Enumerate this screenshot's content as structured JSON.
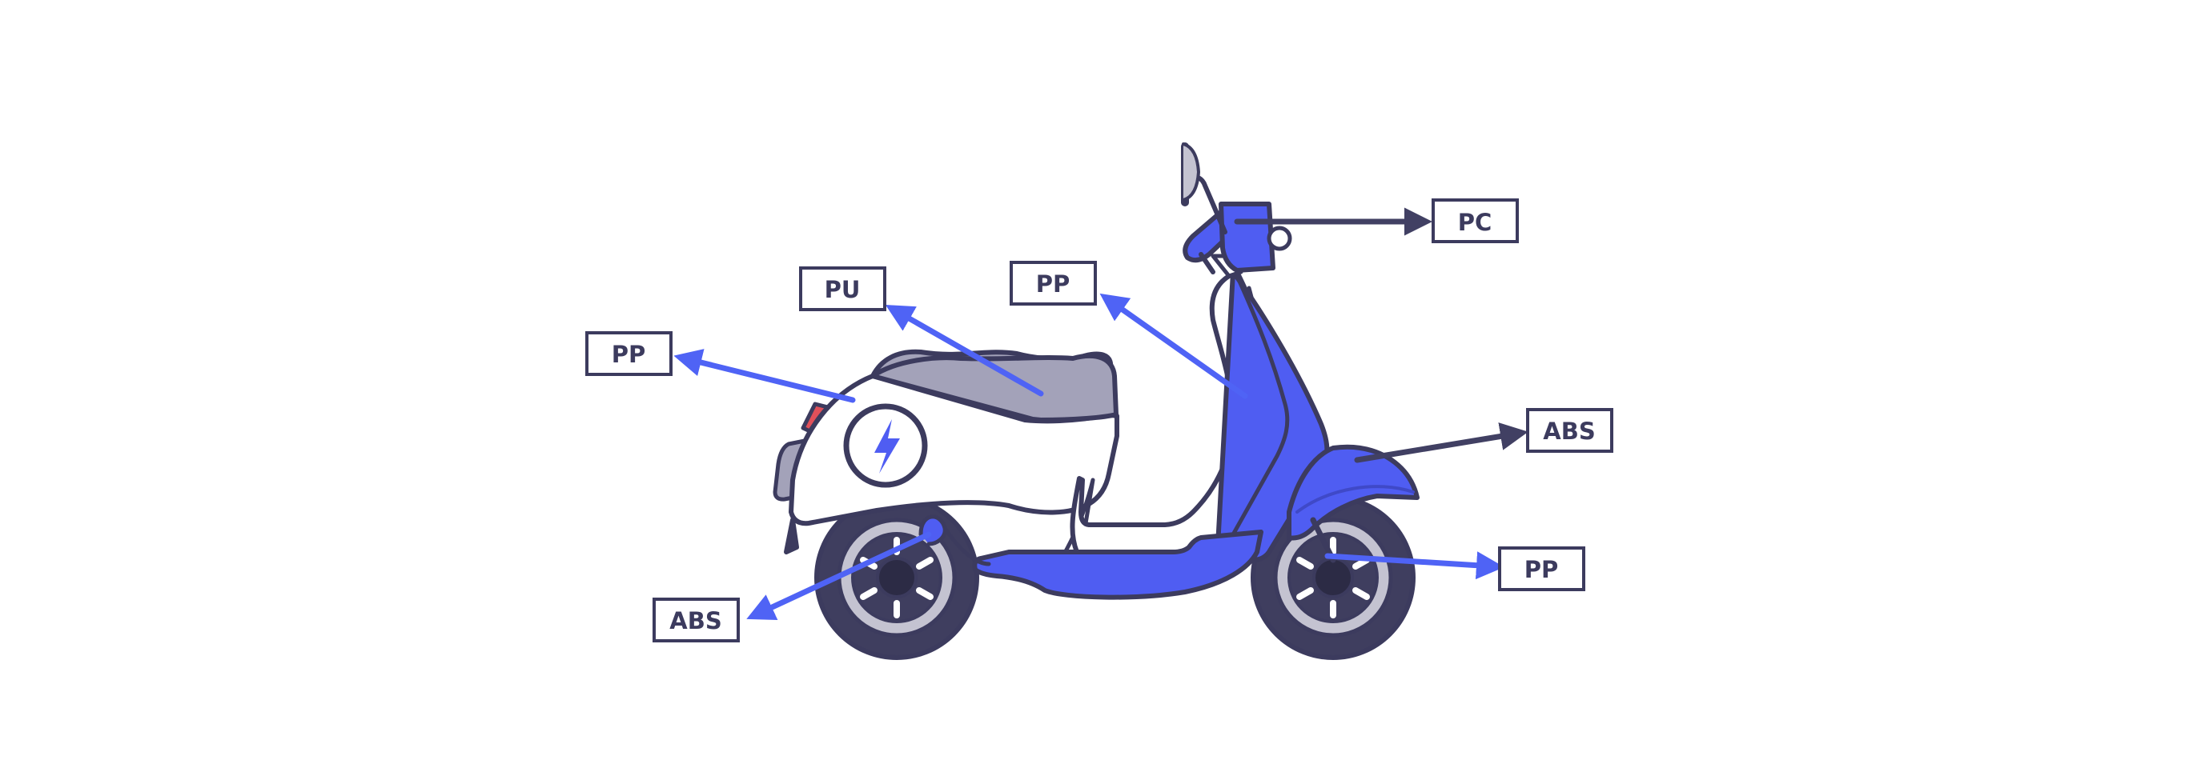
{
  "colors": {
    "outline": "#3c3b5e",
    "body_blue": "#4f5df2",
    "arrow_blue": "#4f63f5",
    "arrow_dark": "#414063",
    "seat": "#a3a2b9",
    "white": "#ffffff",
    "tire": "#3f3e5f",
    "rim": "#c4c3d1",
    "hub": "#2c2b45",
    "tail_light": "#e0505a"
  },
  "labels": [
    {
      "id": "pc",
      "text": "PC"
    },
    {
      "id": "pu",
      "text": "PU"
    },
    {
      "id": "pp-side",
      "text": "PP"
    },
    {
      "id": "pp-stem",
      "text": "PP"
    },
    {
      "id": "abs-front",
      "text": "ABS"
    },
    {
      "id": "pp-wheel",
      "text": "PP"
    },
    {
      "id": "abs-rear",
      "text": "ABS"
    }
  ],
  "icons": {
    "battery_badge": "lightning-bolt-icon"
  }
}
